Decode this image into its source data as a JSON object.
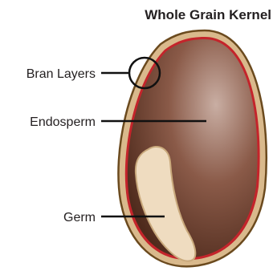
{
  "diagram": {
    "title": "Whole Grain Kernel",
    "labels": {
      "bran": "Bran Layers",
      "endosperm": "Endosperm",
      "germ": "Germ"
    }
  },
  "colors": {
    "text": "#231f20",
    "outer_hull": "#d9b98c",
    "hull_outline": "#6b4a1e",
    "bran_layer": "#c4242b",
    "endosperm_light": "#c9aea3",
    "endosperm_mid": "#8a5a48",
    "endosperm_dark": "#4e2a1c",
    "germ_fill": "#efdcc0",
    "germ_outline": "#c9a97c",
    "leader_lines": "#111111"
  }
}
